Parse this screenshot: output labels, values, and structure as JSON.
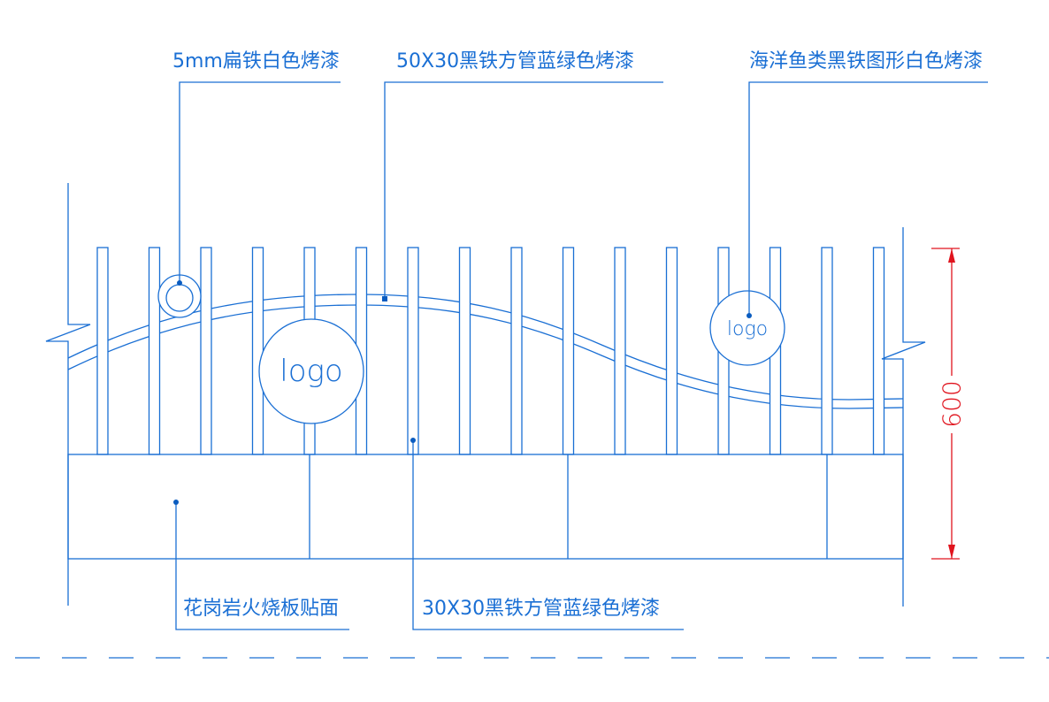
{
  "labels": {
    "flat_iron": "5mm扁铁白色烤漆",
    "square_tube_50x30": "50X30黑铁方管蓝绿色烤漆",
    "fish_pattern": "海洋鱼类黑铁图形白色烤漆",
    "granite_base": "花岗岩火烧板贴面",
    "square_tube_30x30": "30X30黑铁方管蓝绿色烤漆"
  },
  "logos": [
    "logo",
    "logo"
  ],
  "dimension": {
    "height_value": "600"
  },
  "colors": {
    "line": "#1a6fd4",
    "dimension": "#e0141e"
  }
}
